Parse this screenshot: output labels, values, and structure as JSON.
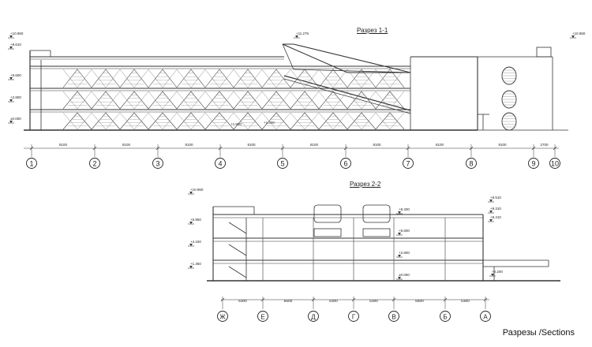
{
  "section_1": {
    "title": "Разрез 1-1",
    "levels": [
      "+10.960",
      "+9.610",
      "+5.600",
      "+2.800",
      "±0.000"
    ],
    "roof_mark": "+11.275",
    "right_mark": "+10.960",
    "ramp_marks": [
      "+1.800",
      "+1.400"
    ],
    "dimensions": [
      "8100",
      "8100",
      "8100",
      "8100",
      "8100",
      "8100",
      "8100",
      "8100",
      "2700"
    ],
    "axes": [
      "1",
      "2",
      "3",
      "4",
      "5",
      "6",
      "7",
      "8",
      "9",
      "10"
    ]
  },
  "section_2": {
    "title": "Разрез 2-2",
    "levels": [
      "+10.960",
      "+6.950",
      "+4.150",
      "+1.350"
    ],
    "right_marks": [
      "+9.510",
      "+9.310",
      "+8.410"
    ],
    "inner_marks": [
      "+8.400",
      "+5.600",
      "+2.800",
      "±0.000"
    ],
    "ground_mark": "+0.200",
    "dimensions": [
      "5300",
      "6500",
      "5300",
      "5300",
      "6500",
      "5300"
    ],
    "axes": [
      "Ж",
      "Е",
      "Д",
      "Г",
      "В",
      "Б",
      "А"
    ]
  },
  "caption": "Разрезы /Sections"
}
